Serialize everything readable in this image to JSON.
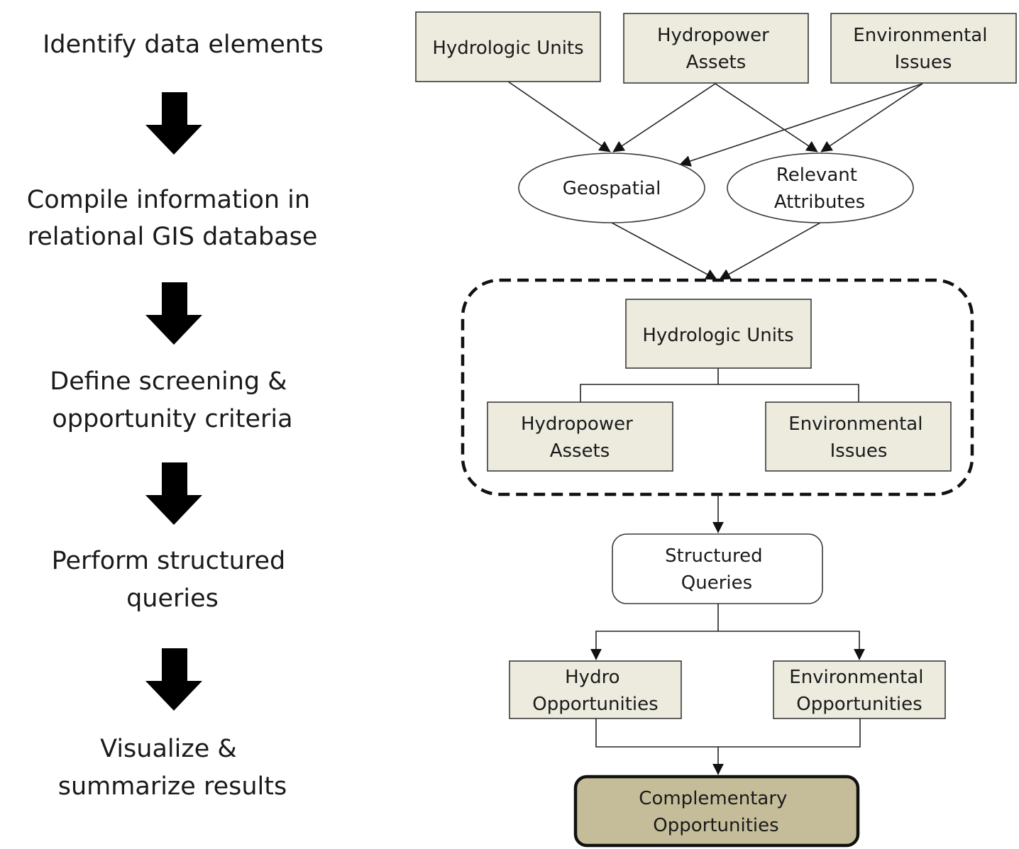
{
  "steps": [
    {
      "lines": [
        "Identify data elements"
      ]
    },
    {
      "lines": [
        "Compile information in",
        "relational GIS database"
      ]
    },
    {
      "lines": [
        "Define screening &",
        "opportunity criteria"
      ]
    },
    {
      "lines": [
        "Perform structured",
        "queries"
      ]
    },
    {
      "lines": [
        "Visualize &",
        "summarize results"
      ]
    }
  ],
  "nodes": {
    "top_hydrologic_units": {
      "lines": [
        "Hydrologic Units"
      ]
    },
    "top_hydropower_assets": {
      "lines": [
        "Hydropower",
        "Assets"
      ]
    },
    "top_environmental_issues": {
      "lines": [
        "Environmental",
        "Issues"
      ]
    },
    "geospatial": {
      "lines": [
        "Geospatial"
      ]
    },
    "relevant_attributes": {
      "lines": [
        "Relevant",
        "Attributes"
      ]
    },
    "db_hydrologic_units": {
      "lines": [
        "Hydrologic Units"
      ]
    },
    "db_hydropower_assets": {
      "lines": [
        "Hydropower",
        "Assets"
      ]
    },
    "db_environmental_issues": {
      "lines": [
        "Environmental",
        "Issues"
      ]
    },
    "structured_queries": {
      "lines": [
        "Structured",
        "Queries"
      ]
    },
    "hydro_opportunities": {
      "lines": [
        "Hydro",
        "Opportunities"
      ]
    },
    "environmental_opportunities": {
      "lines": [
        "Environmental",
        "Opportunities"
      ]
    },
    "complementary_opportunities": {
      "lines": [
        "Complementary",
        "Opportunities"
      ]
    }
  },
  "colors": {
    "box_fill": "#ecebde",
    "final_fill": "#c5bd99",
    "stroke": "#222222",
    "arrow": "#000000"
  }
}
